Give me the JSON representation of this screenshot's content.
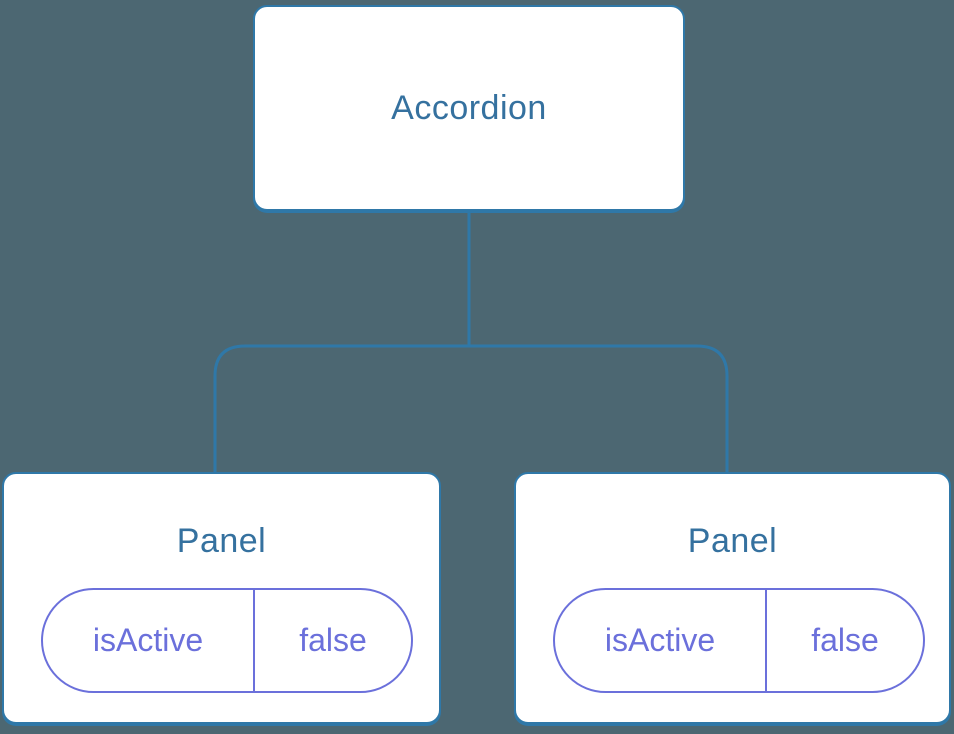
{
  "diagram": {
    "type": "component-tree",
    "colors": {
      "background": "#4C6772",
      "node_fill": "#FFFFFF",
      "node_border": "#2F78A8",
      "connector_line": "#2F78A8",
      "node_title_text": "#35719F",
      "prop_accent": "#6B70DB"
    },
    "root": {
      "label": "Accordion"
    },
    "children": [
      {
        "label": "Panel",
        "prop": {
          "name": "isActive",
          "value": "false"
        }
      },
      {
        "label": "Panel",
        "prop": {
          "name": "isActive",
          "value": "false"
        }
      }
    ]
  }
}
